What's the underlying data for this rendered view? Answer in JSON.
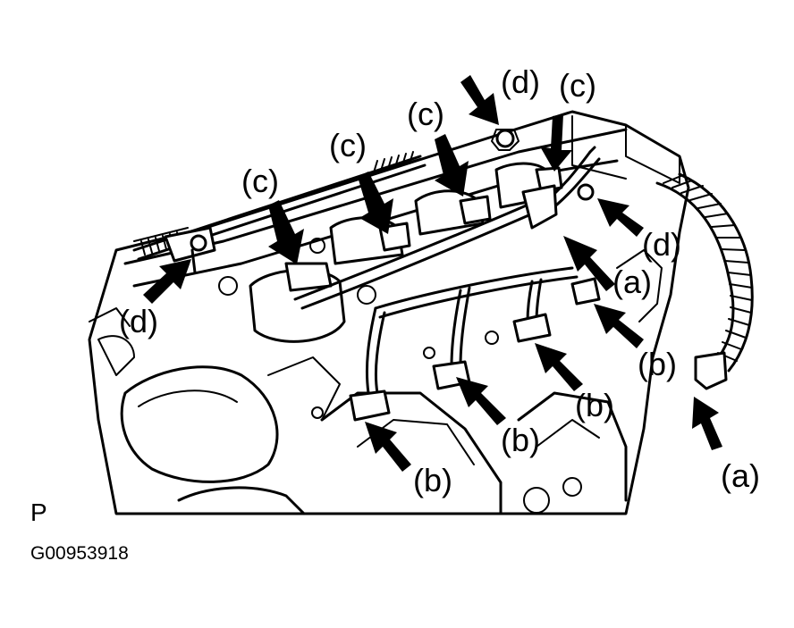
{
  "callouts": {
    "a": "(a)",
    "b": "(b)",
    "c": "(c)",
    "d": "(d)"
  },
  "footer": {
    "marker": "P",
    "figure_id": "G00953918"
  },
  "colors": {
    "ink": "#000000",
    "paper": "#ffffff"
  }
}
